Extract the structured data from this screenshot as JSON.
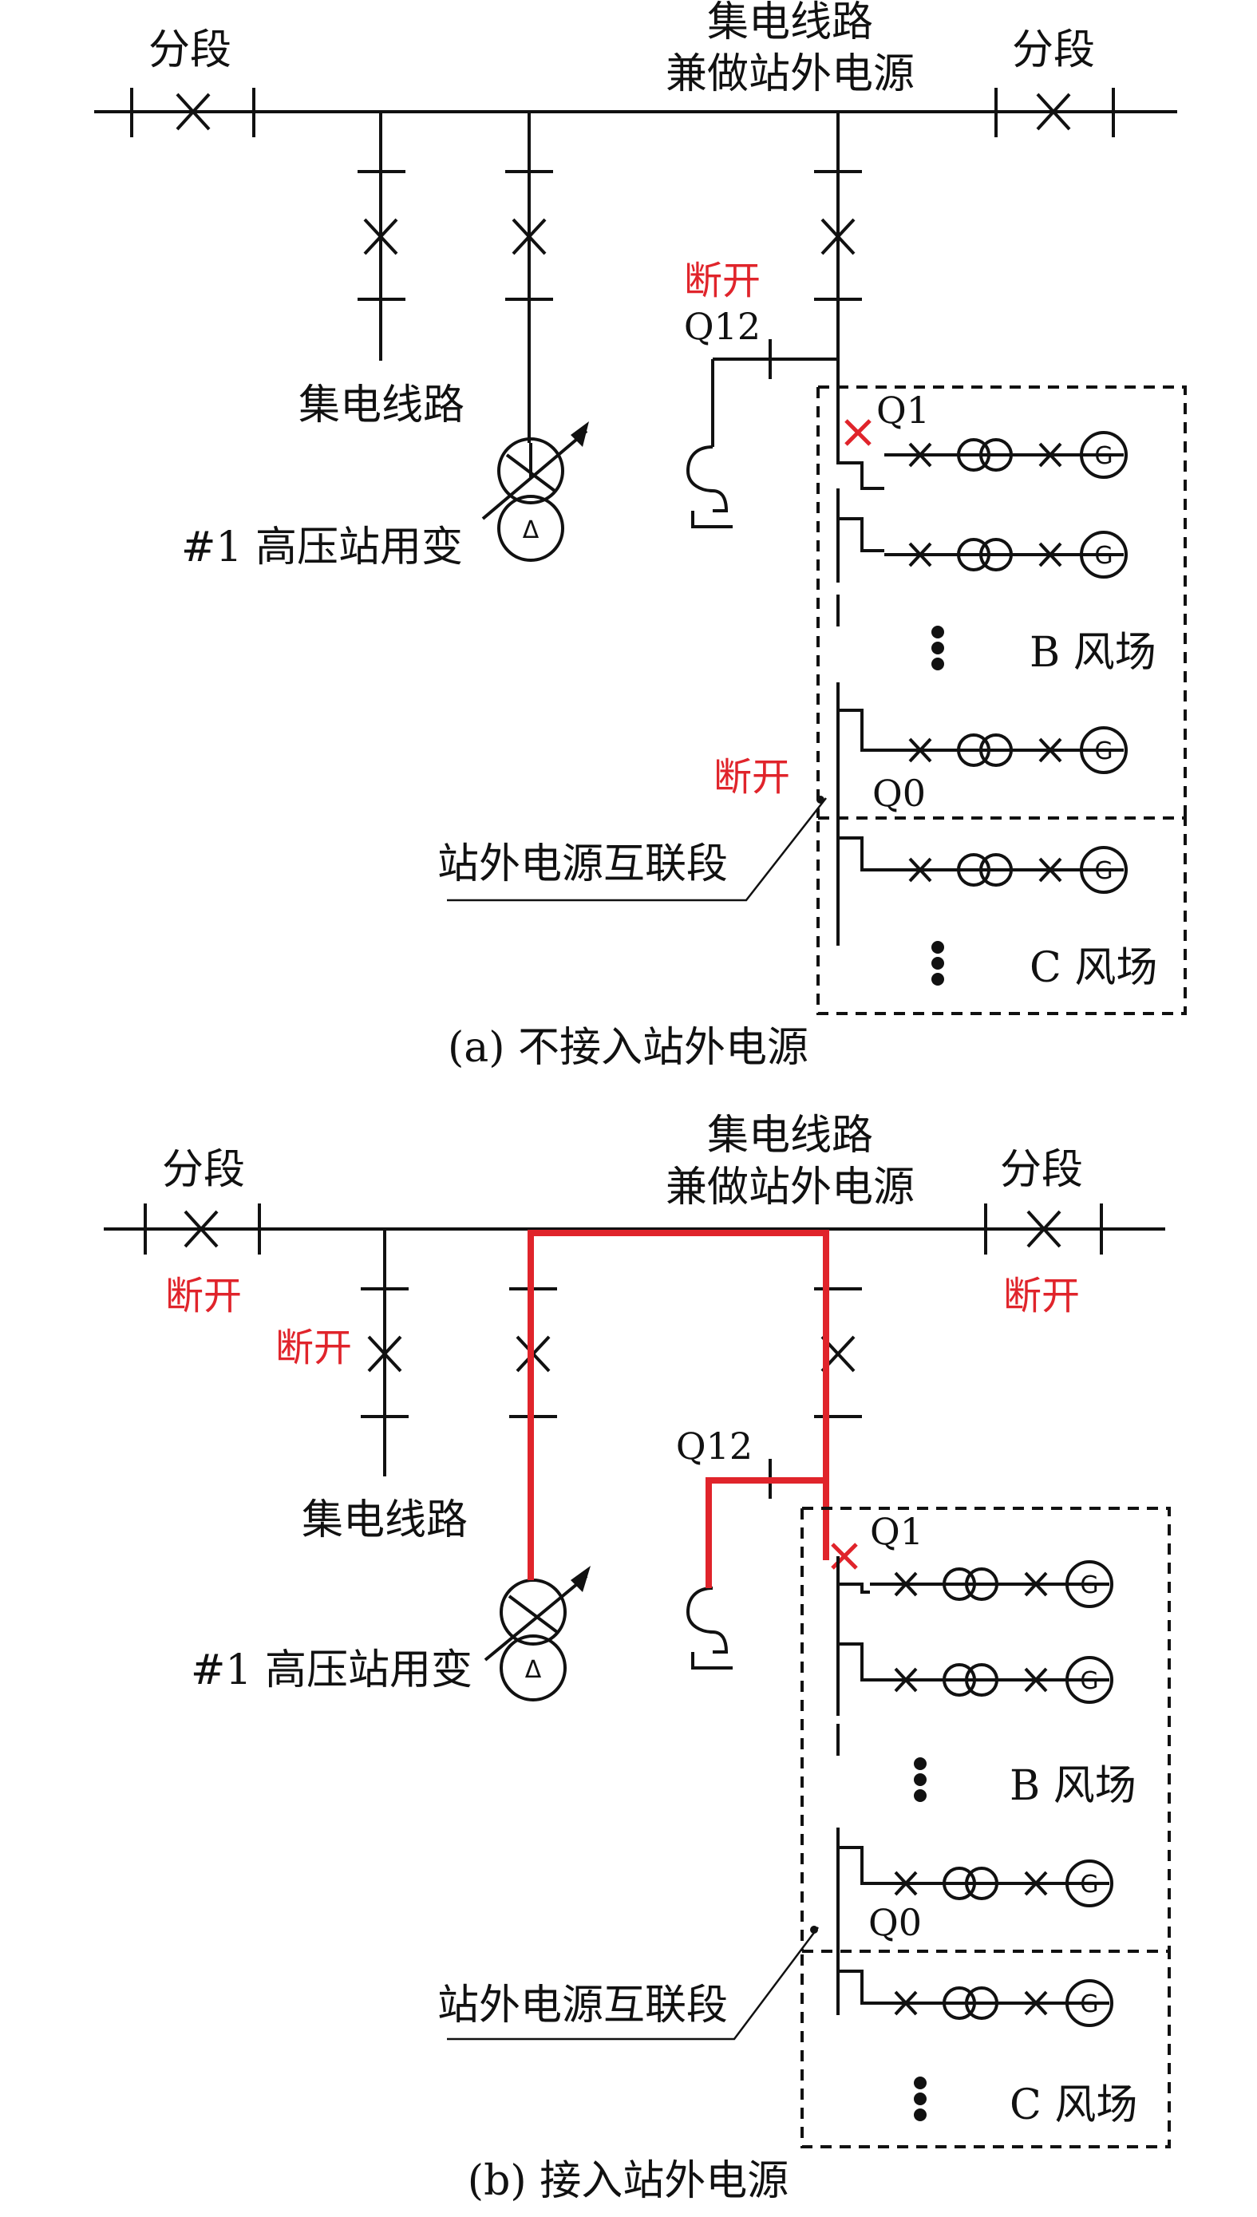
{
  "diagram_a": {
    "caption": "(a) 不接入站外电源",
    "labels": {
      "section_left": "分段",
      "section_right": "分段",
      "feeder_title_1": "集电线路",
      "feeder_title_2": "兼做站外电源",
      "open_q12": "断开",
      "q12": "Q12",
      "q1": "Q1",
      "collector_line": "集电线路",
      "transformer": "#1 高压站用变",
      "wind_farm_b": "B 风场",
      "open_q0": "断开",
      "q0": "Q0",
      "interconnect": "站外电源互联段",
      "wind_farm_c": "C 风场"
    }
  },
  "diagram_b": {
    "caption": "(b) 接入站外电源",
    "labels": {
      "section_left": "分段",
      "section_right": "分段",
      "feeder_title_1": "集电线路",
      "feeder_title_2": "兼做站外电源",
      "open_left": "断开",
      "open_right": "断开",
      "open_feeder": "断开",
      "q12": "Q12",
      "q1": "Q1",
      "collector_line": "集电线路",
      "transformer": "#1 高压站用变",
      "wind_farm_b": "B 风场",
      "q0": "Q0",
      "interconnect": "站外电源互联段",
      "wind_farm_c": "C 风场"
    }
  },
  "symbols": {
    "generator": "G",
    "delta": "Δ"
  },
  "colors": {
    "line": "#111111",
    "highlight": "#e0242b"
  }
}
